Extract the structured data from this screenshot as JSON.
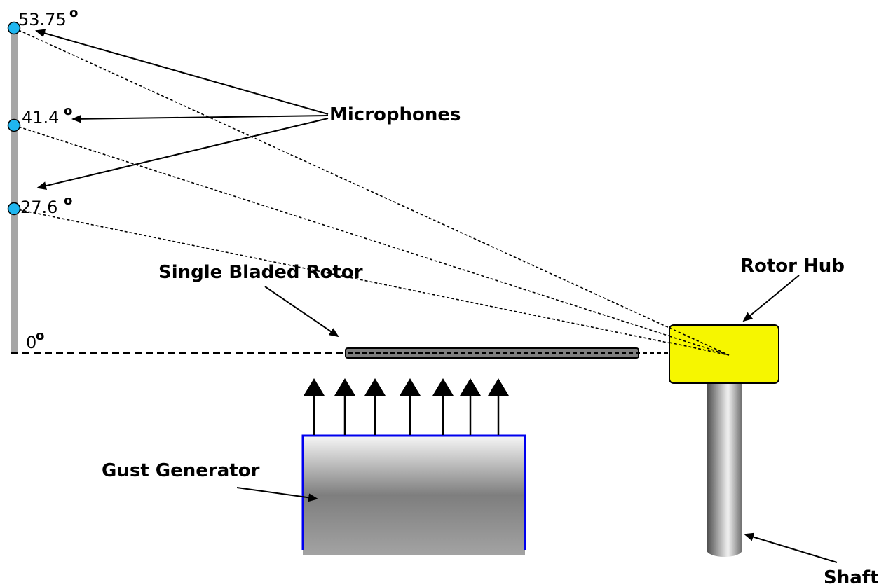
{
  "labels": {
    "microphones": "Microphones",
    "single_bladed_rotor": "Single Bladed Rotor",
    "rotor_hub": "Rotor Hub",
    "gust_generator": "Gust Generator",
    "shaft": "Shaft"
  },
  "angles": [
    {
      "value": "53.75",
      "unit": "o"
    },
    {
      "value": "41.4",
      "unit": "o"
    },
    {
      "value": "27.6",
      "unit": "o"
    },
    {
      "value": "0",
      "unit": "o"
    }
  ],
  "colors": {
    "microphone_fill": "#1fb6f0",
    "hub_fill": "#f6f600",
    "pole_fill": "#a6a6a6",
    "gust_border": "#0000ee",
    "blade_fill": "#7f7f7f"
  },
  "icons": {
    "microphone": "circle-icon",
    "gust_arrow": "arrow-up-icon"
  }
}
